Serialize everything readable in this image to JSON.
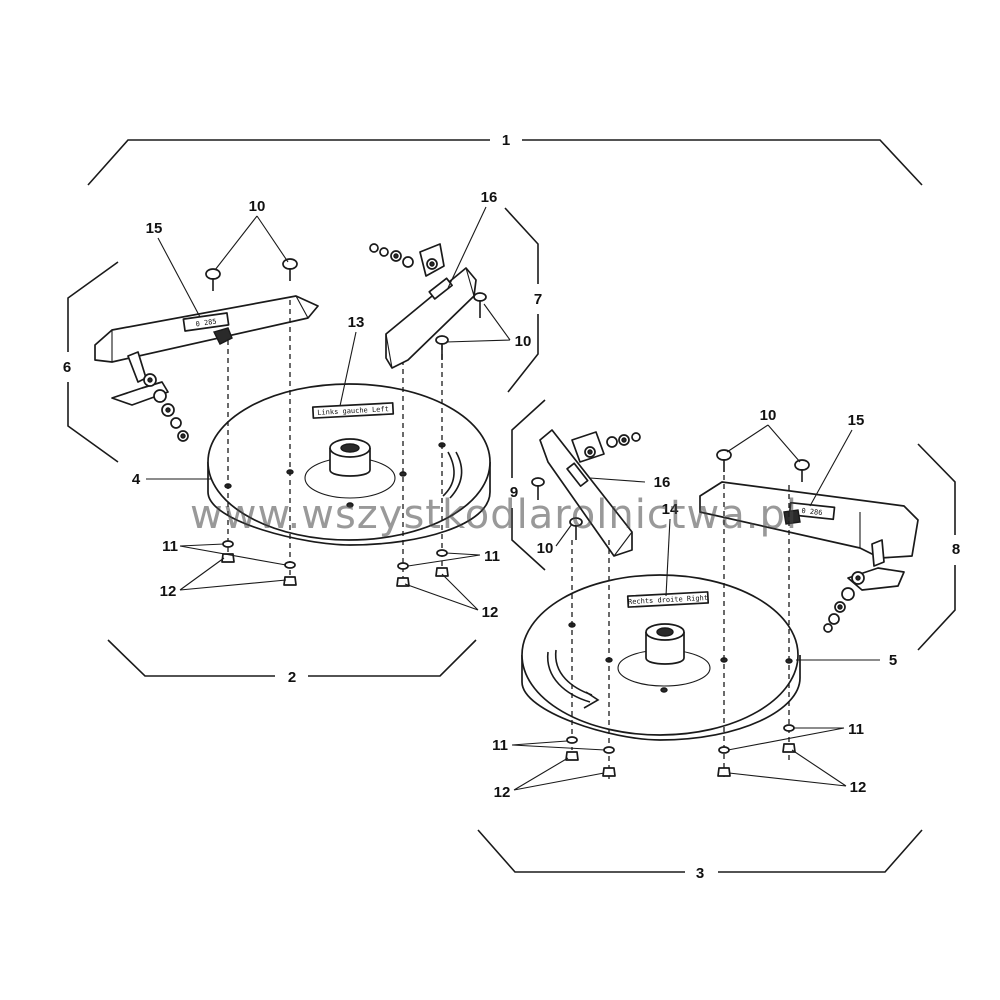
{
  "diagram": {
    "labels": {
      "l1": "1",
      "l2": "2",
      "l3": "3",
      "l4": "4",
      "l5": "5",
      "l6": "6",
      "l7": "7",
      "l8": "8",
      "l9": "9",
      "l10": "10",
      "l11": "11",
      "l12": "12",
      "l13": "13",
      "l14": "14",
      "l15": "15",
      "l16": "16"
    },
    "plates": {
      "left_disc": "Links  gauche  Left",
      "right_disc": "Rechts  droite  Right",
      "left_blade": "0 285",
      "right_blade": "0 286"
    },
    "watermark": "www.wszystkodlarolnictwa.pl"
  }
}
